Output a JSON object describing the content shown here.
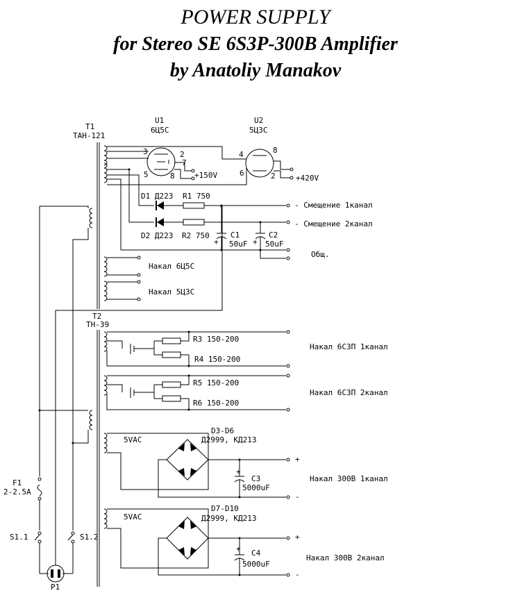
{
  "title": {
    "line1": "POWER SUPPLY",
    "line2": "for Stereo SE 6S3P-300B Amplifier",
    "line3": "by Anatoliy Manakov"
  },
  "labels": {
    "T1": "T1",
    "T1_type": "ТАН-121",
    "U1": "U1",
    "U1_type": "6Ц5С",
    "U2": "U2",
    "U2_type": "5Ц3С",
    "U1_p3": "3",
    "U1_p2": "2",
    "U1_p7": "7",
    "U1_p5": "5",
    "U1_p8": "8",
    "U2_p4": "4",
    "U2_p8": "8",
    "U2_p6": "6",
    "U2_p2": "2",
    "v150": "+150V",
    "v420": "+420V",
    "D1": "D1 Д223",
    "R1": "R1 750",
    "D2": "D2 Д223",
    "R2": "R2 750",
    "bias1": "-  Смещение 1канал",
    "bias2": "-  Смещение 2канал",
    "C1": "C1",
    "C1_val": "50uF",
    "C2": "C2",
    "C2_val": "50uF",
    "common": "Общ.",
    "heat1": "Накал 6Ц5С",
    "heat2": "Накал 5Ц3С",
    "T2": "T2",
    "T2_type": "ТН-39",
    "R3": "R3 150-200",
    "R4": "R4 150-200",
    "R5": "R5 150-200",
    "R6": "R6 150-200",
    "heat3": "Накал 6С3П 1канал",
    "heat4": "Накал 6С3П 2канал",
    "vac1": "5VAC",
    "vac2": "5VAC",
    "D3": "D3-D6",
    "D3_type": "Д2999, КД213",
    "D7": "D7-D10",
    "D7_type": "Д2999, КД213",
    "C3": "C3",
    "C3_val": "5000uF",
    "C4": "C4",
    "C4_val": "5000uF",
    "heat5": "Накал 300В 1канал",
    "heat6": "Накал 300В 2канал",
    "plus": "+",
    "minus": "-",
    "F1": "F1",
    "F1_val": "2-2.5A",
    "S11": "S1.1",
    "S12": "S1.2",
    "P1": "P1"
  }
}
